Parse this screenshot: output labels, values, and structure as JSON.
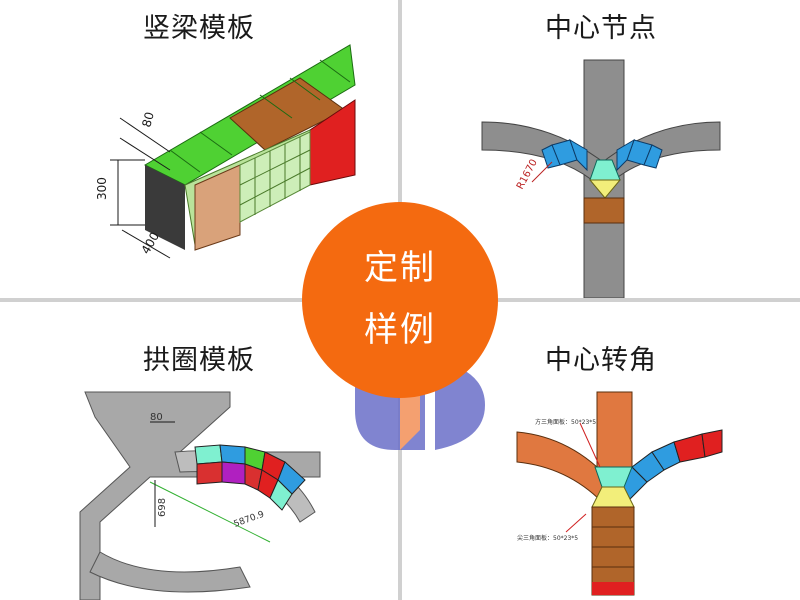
{
  "panels": {
    "top_left": {
      "title": "竖梁模板",
      "dims": {
        "a": "80",
        "b": "300",
        "c": "400"
      }
    },
    "top_right": {
      "title": "中心节点",
      "dims": {
        "r": "R1670"
      }
    },
    "bottom_left": {
      "title": "拱圈模板",
      "dims": {
        "a": "80",
        "b": "698",
        "c": "5870.9"
      }
    },
    "bottom_right": {
      "title": "中心转角",
      "notes": {
        "top": "方三角面板：50*23*5",
        "bottom": "尖三角面板：50*23*5"
      }
    }
  },
  "center_badge": {
    "line1": "定制",
    "line2": "样例"
  },
  "colors": {
    "accent": "#f46a10",
    "green": "#4fd133",
    "brown": "#b0652a",
    "red": "#e02020",
    "blue": "#2f9ce0",
    "gray": "#8e8e8e",
    "logo": "#6a6ec8"
  }
}
